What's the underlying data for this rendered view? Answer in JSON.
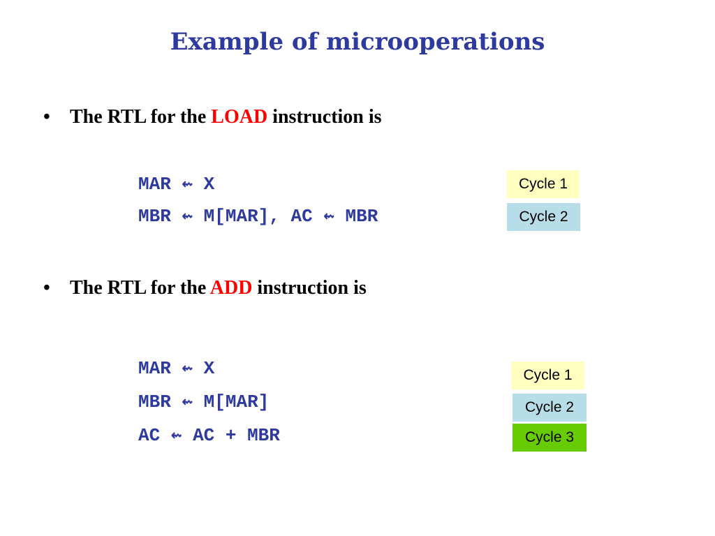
{
  "title": "Example of microoperations",
  "load": {
    "bullet_prefix": "The RTL for the ",
    "keyword": "LOAD",
    "bullet_suffix": " instruction is",
    "lines": [
      "MAR ⇜ X",
      "MBR ⇜ M[MAR], AC ⇜ MBR"
    ],
    "cycles": [
      "Cycle 1",
      "Cycle 2"
    ]
  },
  "add": {
    "bullet_prefix": "The RTL for the ",
    "keyword": "ADD",
    "bullet_suffix": " instruction is",
    "lines": [
      "MAR ⇜ X",
      "MBR ⇜ M[MAR]",
      "AC ⇜ AC + MBR"
    ],
    "cycles": [
      "Cycle 1",
      "Cycle 2",
      "Cycle 3"
    ]
  },
  "bullet_glyph": "•",
  "colors": {
    "title": "#2e3a9e",
    "keyword": "#ff0000",
    "code": "#2e3a9e",
    "cycle_1": "#ffffc0",
    "cycle_2": "#b7dde8",
    "cycle_3": "#66cc00"
  }
}
